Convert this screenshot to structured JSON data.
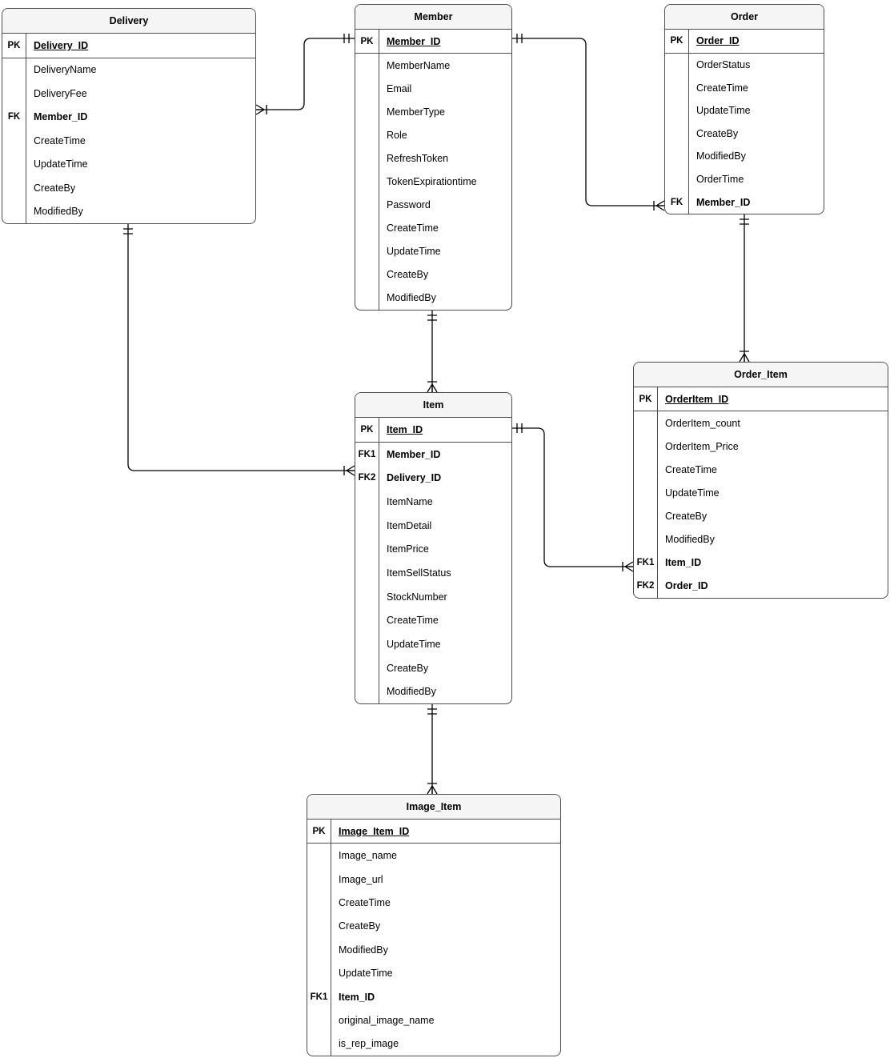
{
  "diagram_type": "entity-relationship",
  "colors": {
    "background": "#ffffff",
    "entity_header_bg": "#f5f5f5",
    "entity_border": "#4d4d4d",
    "connector_line": "#000000",
    "text": "#000000"
  },
  "tables": [
    {
      "id": "delivery",
      "title": "Delivery",
      "rows": [
        {
          "key": "PK",
          "name": "Delivery_ID",
          "pk": true
        },
        {
          "key": "",
          "name": "DeliveryName"
        },
        {
          "key": "",
          "name": "DeliveryFee"
        },
        {
          "key": "FK",
          "name": "Member_ID",
          "bold": true
        },
        {
          "key": "",
          "name": "CreateTime"
        },
        {
          "key": "",
          "name": "UpdateTime"
        },
        {
          "key": "",
          "name": "CreateBy"
        },
        {
          "key": "",
          "name": "ModifiedBy"
        }
      ]
    },
    {
      "id": "member",
      "title": "Member",
      "rows": [
        {
          "key": "PK",
          "name": "Member_ID",
          "pk": true
        },
        {
          "key": "",
          "name": "MemberName"
        },
        {
          "key": "",
          "name": "Email"
        },
        {
          "key": "",
          "name": "MemberType"
        },
        {
          "key": "",
          "name": "Role"
        },
        {
          "key": "",
          "name": "RefreshToken"
        },
        {
          "key": "",
          "name": "TokenExpirationtime"
        },
        {
          "key": "",
          "name": "Password"
        },
        {
          "key": "",
          "name": "CreateTime"
        },
        {
          "key": "",
          "name": "UpdateTime"
        },
        {
          "key": "",
          "name": "CreateBy"
        },
        {
          "key": "",
          "name": "ModifiedBy"
        }
      ]
    },
    {
      "id": "order",
      "title": "Order",
      "rows": [
        {
          "key": "PK",
          "name": "Order_ID",
          "pk": true
        },
        {
          "key": "",
          "name": "OrderStatus"
        },
        {
          "key": "",
          "name": "CreateTime"
        },
        {
          "key": "",
          "name": "UpdateTime"
        },
        {
          "key": "",
          "name": "CreateBy"
        },
        {
          "key": "",
          "name": "ModifiedBy"
        },
        {
          "key": "",
          "name": "OrderTime"
        },
        {
          "key": "FK",
          "name": "Member_ID",
          "bold": true
        }
      ]
    },
    {
      "id": "item",
      "title": "Item",
      "rows": [
        {
          "key": "PK",
          "name": "Item_ID",
          "pk": true
        },
        {
          "key": "FK1",
          "name": "Member_ID",
          "bold": true
        },
        {
          "key": "FK2",
          "name": "Delivery_ID",
          "bold": true
        },
        {
          "key": "",
          "name": "ItemName"
        },
        {
          "key": "",
          "name": "ItemDetail"
        },
        {
          "key": "",
          "name": "ItemPrice"
        },
        {
          "key": "",
          "name": "ItemSellStatus"
        },
        {
          "key": "",
          "name": "StockNumber"
        },
        {
          "key": "",
          "name": "CreateTime"
        },
        {
          "key": "",
          "name": "UpdateTime"
        },
        {
          "key": "",
          "name": "CreateBy"
        },
        {
          "key": "",
          "name": "ModifiedBy"
        }
      ]
    },
    {
      "id": "order_item",
      "title": "Order_Item",
      "rows": [
        {
          "key": "PK",
          "name": "OrderItem_ID",
          "pk": true
        },
        {
          "key": "",
          "name": "OrderItem_count"
        },
        {
          "key": "",
          "name": "OrderItem_Price"
        },
        {
          "key": "",
          "name": "CreateTime"
        },
        {
          "key": "",
          "name": "UpdateTime"
        },
        {
          "key": "",
          "name": "CreateBy"
        },
        {
          "key": "",
          "name": "ModifiedBy"
        },
        {
          "key": "FK1",
          "name": "Item_ID",
          "bold": true
        },
        {
          "key": "FK2",
          "name": "Order_ID",
          "bold": true
        }
      ]
    },
    {
      "id": "image_item",
      "title": "Image_Item",
      "rows": [
        {
          "key": "PK",
          "name": "Image_Item_ID",
          "pk": true
        },
        {
          "key": "",
          "name": "Image_name"
        },
        {
          "key": "",
          "name": "Image_url"
        },
        {
          "key": "",
          "name": "CreateTime"
        },
        {
          "key": "",
          "name": "CreateBy"
        },
        {
          "key": "",
          "name": "ModifiedBy"
        },
        {
          "key": "",
          "name": "UpdateTime"
        },
        {
          "key": "FK1",
          "name": "Item_ID",
          "bold": true
        },
        {
          "key": "",
          "name": "original_image_name"
        },
        {
          "key": "",
          "name": "is_rep_image"
        }
      ]
    }
  ],
  "relationships": [
    {
      "from": "Delivery.Member_ID",
      "to": "Member.Member_ID",
      "from_cardinality": "one-or-many",
      "to_cardinality": "exactly-one"
    },
    {
      "from": "Order.Member_ID",
      "to": "Member.Member_ID",
      "from_cardinality": "one-or-many",
      "to_cardinality": "exactly-one"
    },
    {
      "from": "Item.Member_ID",
      "to": "Member.Member_ID",
      "from_cardinality": "one-or-many",
      "to_cardinality": "exactly-one"
    },
    {
      "from": "Item.Delivery_ID",
      "to": "Delivery.Delivery_ID",
      "from_cardinality": "one-or-many",
      "to_cardinality": "exactly-one"
    },
    {
      "from": "Order_Item.Item_ID",
      "to": "Item.Item_ID",
      "from_cardinality": "one-or-many",
      "to_cardinality": "exactly-one"
    },
    {
      "from": "Order_Item.Order_ID",
      "to": "Order.Order_ID",
      "from_cardinality": "one-or-many",
      "to_cardinality": "exactly-one"
    },
    {
      "from": "Image_Item.Item_ID",
      "to": "Item.Item_ID",
      "from_cardinality": "one-or-many",
      "to_cardinality": "exactly-one"
    }
  ]
}
